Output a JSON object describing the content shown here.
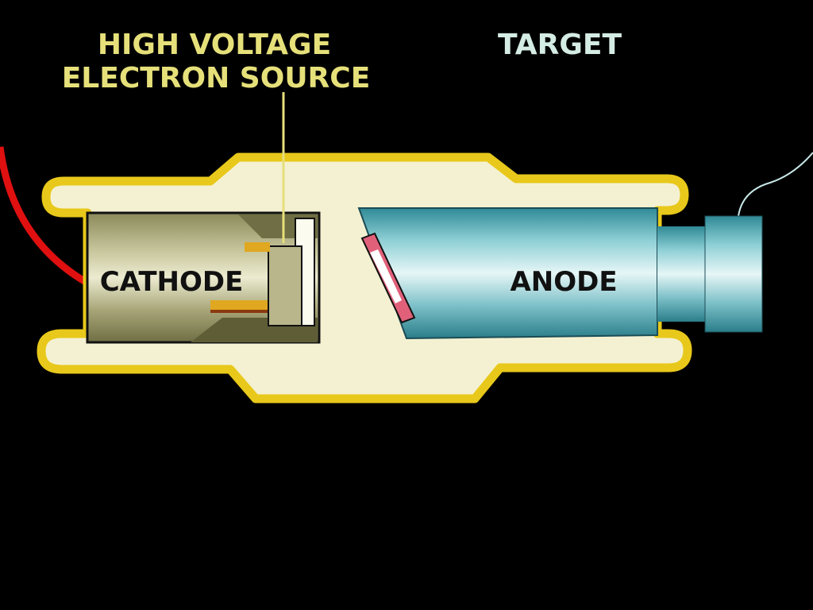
{
  "labels": {
    "source_line1": "HIGH VOLTAGE",
    "source_line2": "ELECTRON SOURCE",
    "target": "TARGET",
    "cathode": "CATHODE",
    "anode": "ANODE"
  },
  "colors": {
    "background": "#000000",
    "glass": "#f4f1d2",
    "glass_outline": "#e8c81a",
    "source_text": "#e6e07a",
    "target_text": "#d4ece4",
    "wire_red": "#e01010",
    "anode": "#4aa6b0",
    "cathode": "#a9a77a",
    "target_strip": "#e0607a"
  }
}
